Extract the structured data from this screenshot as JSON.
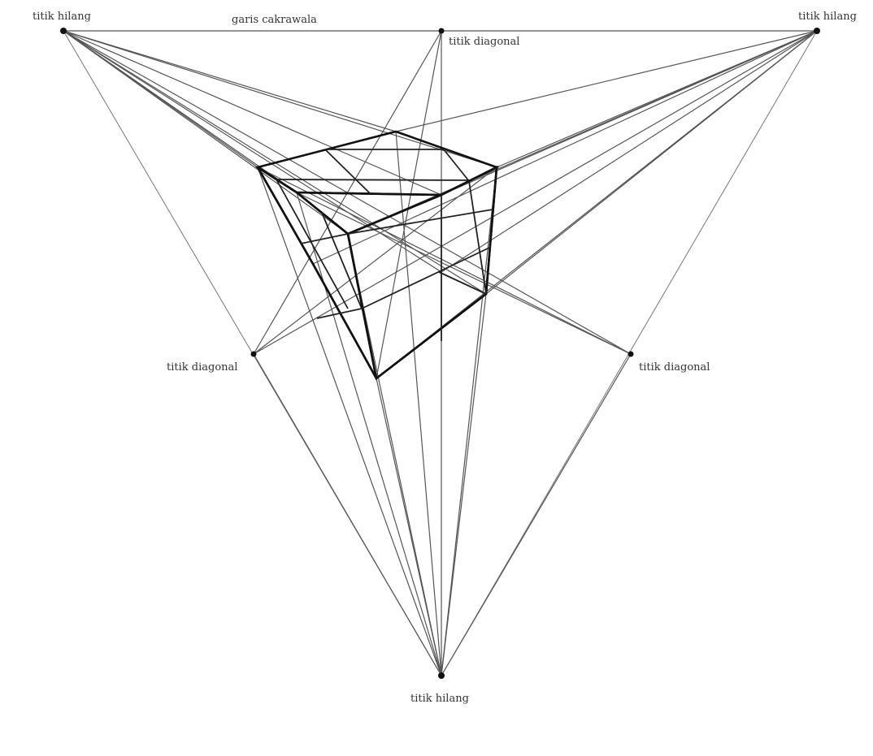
{
  "labels": {
    "vp_left": "titik hilang",
    "vp_right": "titik hilang",
    "vp_bottom": "titik hilang",
    "horizon": "garis cakrawala",
    "diag_top": "titik diagonal",
    "diag_left": "titik diagonal",
    "diag_right": "titik diagonal"
  }
}
